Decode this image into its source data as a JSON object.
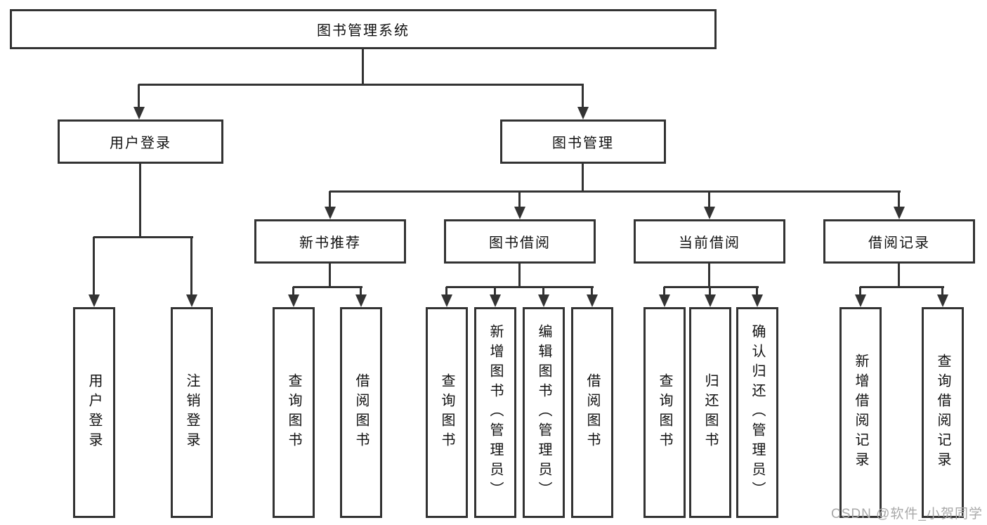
{
  "colors": {
    "line": "#333333",
    "text": "#111111",
    "background": "#ffffff",
    "watermark": "#a9a9a9"
  },
  "diagram": {
    "root": {
      "label": "图书管理系统"
    },
    "branches": [
      {
        "label": "用户登录",
        "children": [
          {
            "label": "用户登录"
          },
          {
            "label": "注销登录"
          }
        ]
      },
      {
        "label": "图书管理",
        "children": [
          {
            "label": "新书推荐",
            "children": [
              {
                "label": "查询图书"
              },
              {
                "label": "借阅图书"
              }
            ]
          },
          {
            "label": "图书借阅",
            "children": [
              {
                "label": "查询图书"
              },
              {
                "label": "新增图书（管理员）"
              },
              {
                "label": "编辑图书（管理员）"
              },
              {
                "label": "借阅图书"
              }
            ]
          },
          {
            "label": "当前借阅",
            "children": [
              {
                "label": "查询图书"
              },
              {
                "label": "归还图书"
              },
              {
                "label": "确认归还（管理员）"
              }
            ]
          },
          {
            "label": "借阅记录",
            "children": [
              {
                "label": "新增借阅记录"
              },
              {
                "label": "查询借阅记录"
              }
            ]
          }
        ]
      }
    ],
    "watermark": "CSDN @软件_小贺同学"
  }
}
